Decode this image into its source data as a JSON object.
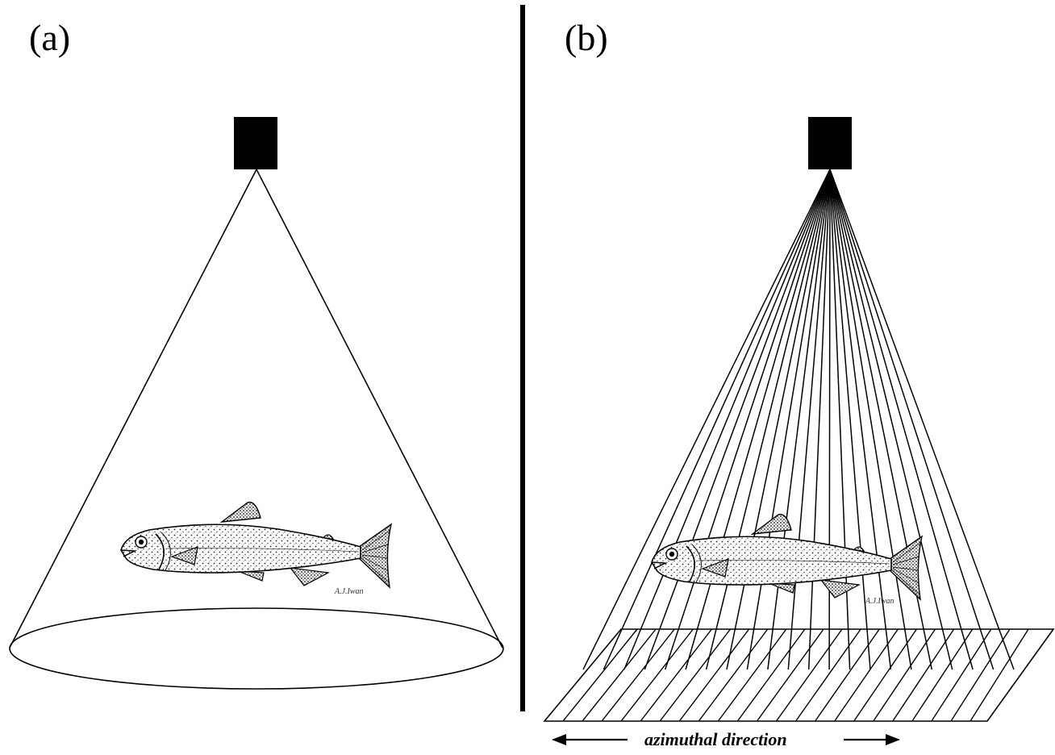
{
  "panels": {
    "a": {
      "label": "(a)"
    },
    "b": {
      "label": "(b)"
    }
  },
  "caption": {
    "text": "azimuthal direction"
  },
  "illustration": {
    "signature": "A.J.Iwan"
  },
  "beams": {
    "count": 22
  }
}
